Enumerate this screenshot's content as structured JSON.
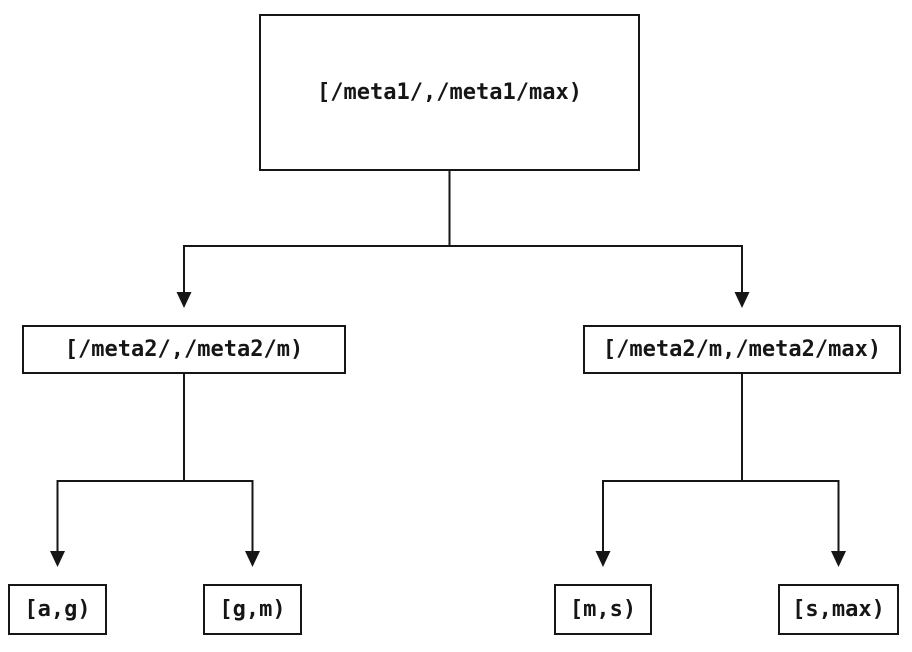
{
  "diagram": {
    "type": "tree",
    "title": "",
    "colors": {
      "stroke": "#161616",
      "background": "#ffffff"
    },
    "nodes": {
      "root": {
        "id": "root",
        "label": "[/meta1/,/meta1/max)"
      },
      "left": {
        "id": "left",
        "label": "[/meta2/,/meta2/m)"
      },
      "right": {
        "id": "right",
        "label": "[/meta2/m,/meta2/max)"
      },
      "leaf_ag": {
        "id": "leaf_ag",
        "label": "[a,g)"
      },
      "leaf_gm": {
        "id": "leaf_gm",
        "label": "[g,m)"
      },
      "leaf_ms": {
        "id": "leaf_ms",
        "label": "[m,s)"
      },
      "leaf_smax": {
        "id": "leaf_smax",
        "label": "[s,max)"
      }
    },
    "edges": [
      {
        "from": "root",
        "to": "left"
      },
      {
        "from": "root",
        "to": "right"
      },
      {
        "from": "left",
        "to": "leaf_ag"
      },
      {
        "from": "left",
        "to": "leaf_gm"
      },
      {
        "from": "right",
        "to": "leaf_ms"
      },
      {
        "from": "right",
        "to": "leaf_smax"
      }
    ]
  }
}
